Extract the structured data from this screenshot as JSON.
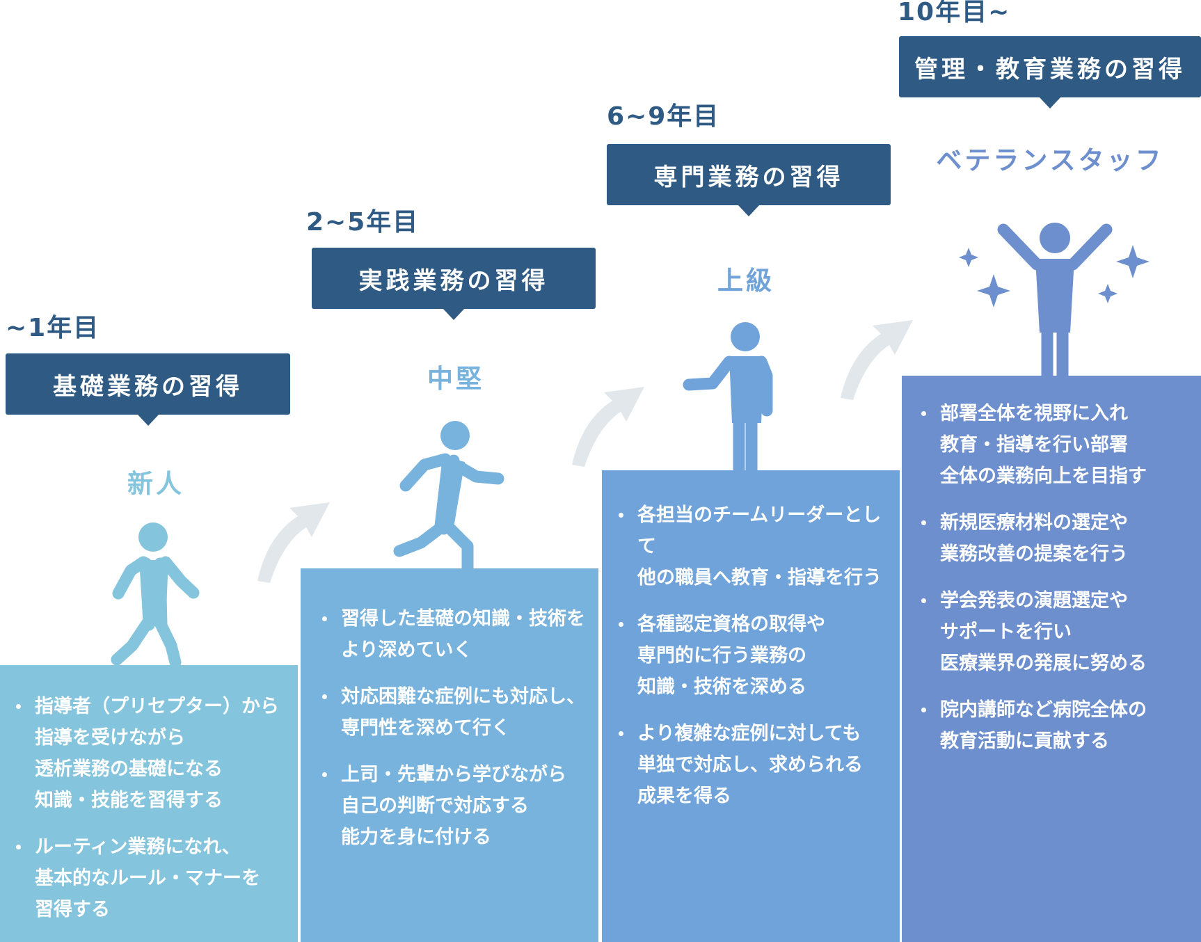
{
  "colors": {
    "header": "#2e5a84",
    "stage1": "#84c4dc",
    "stage2": "#78b3dd",
    "stage3": "#6fa3d9",
    "stage4": "#6d8fcd",
    "arrow": "#e1e7ea"
  },
  "stages": [
    {
      "year": "~1年目",
      "title": "基礎業務の習得",
      "role": "新人",
      "figure_icon": "walking-person-icon",
      "bullets": [
        "指導者（プリセプター）から\n指導を受けながら\n透析業務の基礎になる\n知識・技能を習得する",
        "ルーティン業務になれ、\n基本的なルール・マナーを\n習得する"
      ]
    },
    {
      "year": "2~5年目",
      "title": "実践業務の習得",
      "role": "中堅",
      "figure_icon": "running-person-icon",
      "bullets": [
        "習得した基礎の知識・技術を\nより深めていく",
        "対応困難な症例にも対応し、\n専門性を深めて行く",
        "上司・先輩から学びながら\n自己の判断で対応する\n能力を身に付ける"
      ]
    },
    {
      "year": "6~9年目",
      "title": "専門業務の習得",
      "role": "上級",
      "figure_icon": "pointing-person-icon",
      "bullets": [
        "各担当のチームリーダーとして\n他の職員へ教育・指導を行う",
        "各種認定資格の取得や\n専門的に行う業務の\n知識・技術を深める",
        "より複雑な症例に対しても\n単独で対応し、求められる\n成果を得る"
      ]
    },
    {
      "year": "10年目~",
      "title": "管理・教育業務の習得",
      "role": "ベテランスタッフ",
      "figure_icon": "celebrating-person-icon",
      "bullets": [
        "部署全体を視野に入れ\n教育・指導を行い部署\n全体の業務向上を目指す",
        "新規医療材料の選定や\n業務改善の提案を行う",
        "学会発表の演題選定や\nサポートを行い\n医療業界の発展に努める",
        "院内講師など病院全体の\n教育活動に貢献する"
      ]
    }
  ]
}
